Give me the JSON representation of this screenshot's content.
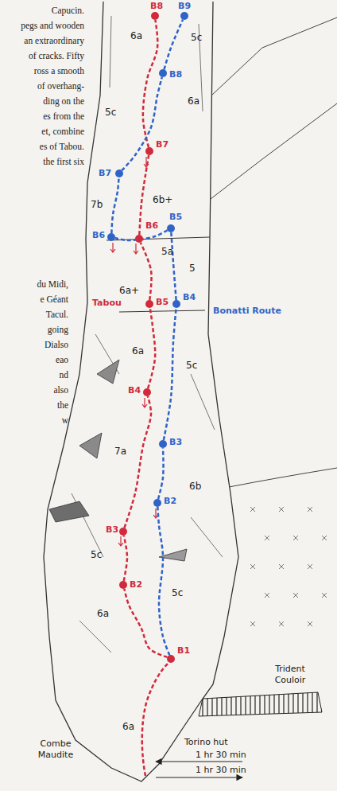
{
  "diagram": {
    "nodes": [
      {
        "text": [
          "B1"
        ]
      },
      {
        "text": [
          "B2"
        ]
      },
      {
        "text": [
          "B3"
        ]
      },
      {
        "text": [
          "B4"
        ]
      },
      {
        "text": [
          "B5"
        ]
      },
      {
        "text": [
          "B6"
        ]
      },
      {
        "text": [
          "B7"
        ]
      },
      {
        "text": [
          "B8"
        ]
      },
      {
        "text": [
          "B2"
        ]
      },
      {
        "text": [
          "B3"
        ]
      },
      {
        "text": [
          "B4"
        ]
      },
      {
        "text": [
          "B5"
        ]
      },
      {
        "text": [
          "B6"
        ]
      },
      {
        "text": [
          "B7"
        ]
      },
      {
        "text": [
          "B8"
        ]
      },
      {
        "text": [
          "B9"
        ]
      }
    ],
    "edges": [
      {
        "from": 0,
        "to": 1,
        "arrow": "none"
      },
      {
        "from": 1,
        "to": 2,
        "arrow": "none"
      },
      {
        "from": 2,
        "to": 3,
        "arrow": "none"
      },
      {
        "from": 3,
        "to": 4,
        "arrow": "none"
      },
      {
        "from": 4,
        "to": 5,
        "arrow": "none"
      },
      {
        "from": 5,
        "to": 6,
        "arrow": "none"
      },
      {
        "from": 6,
        "to": 7,
        "arrow": "none"
      },
      {
        "from": 0,
        "to": 8,
        "arrow": "none"
      },
      {
        "from": 8,
        "to": 9,
        "arrow": "none"
      },
      {
        "from": 9,
        "to": 10,
        "arrow": "none"
      },
      {
        "from": 10,
        "to": 11,
        "arrow": "none"
      },
      {
        "from": 11,
        "to": 12,
        "arrow": "none"
      },
      {
        "from": 12,
        "to": 13,
        "arrow": "none"
      },
      {
        "from": 13,
        "to": 14,
        "arrow": "none"
      },
      {
        "from": 14,
        "to": 15,
        "arrow": "none"
      }
    ],
    "labels": [
      "6a",
      "5c",
      "6a",
      "5c",
      "6b+",
      "7b",
      "5a",
      "5",
      "6a+",
      "6a",
      "5c",
      "7a",
      "6b",
      "5c",
      "5c",
      "6a",
      "6a",
      "Tabou",
      "Bonatti Route",
      "Trident Couloir",
      "Combe Maudite",
      "Torino hut",
      "1 hr 30 min",
      "1 hr 30 min",
      "Capucin.",
      "pegs and wooden",
      "an extraordinary",
      "of cracks. Fifty",
      "ross a smooth",
      "of overhang-",
      "ding on the",
      "es from the",
      "et, combine",
      "es of Tabou.",
      "the first six",
      "du Midi,",
      "e Géant",
      "Tacul.",
      "going",
      "Dialso",
      "eao",
      "nd",
      "also",
      "the",
      "w"
    ]
  }
}
